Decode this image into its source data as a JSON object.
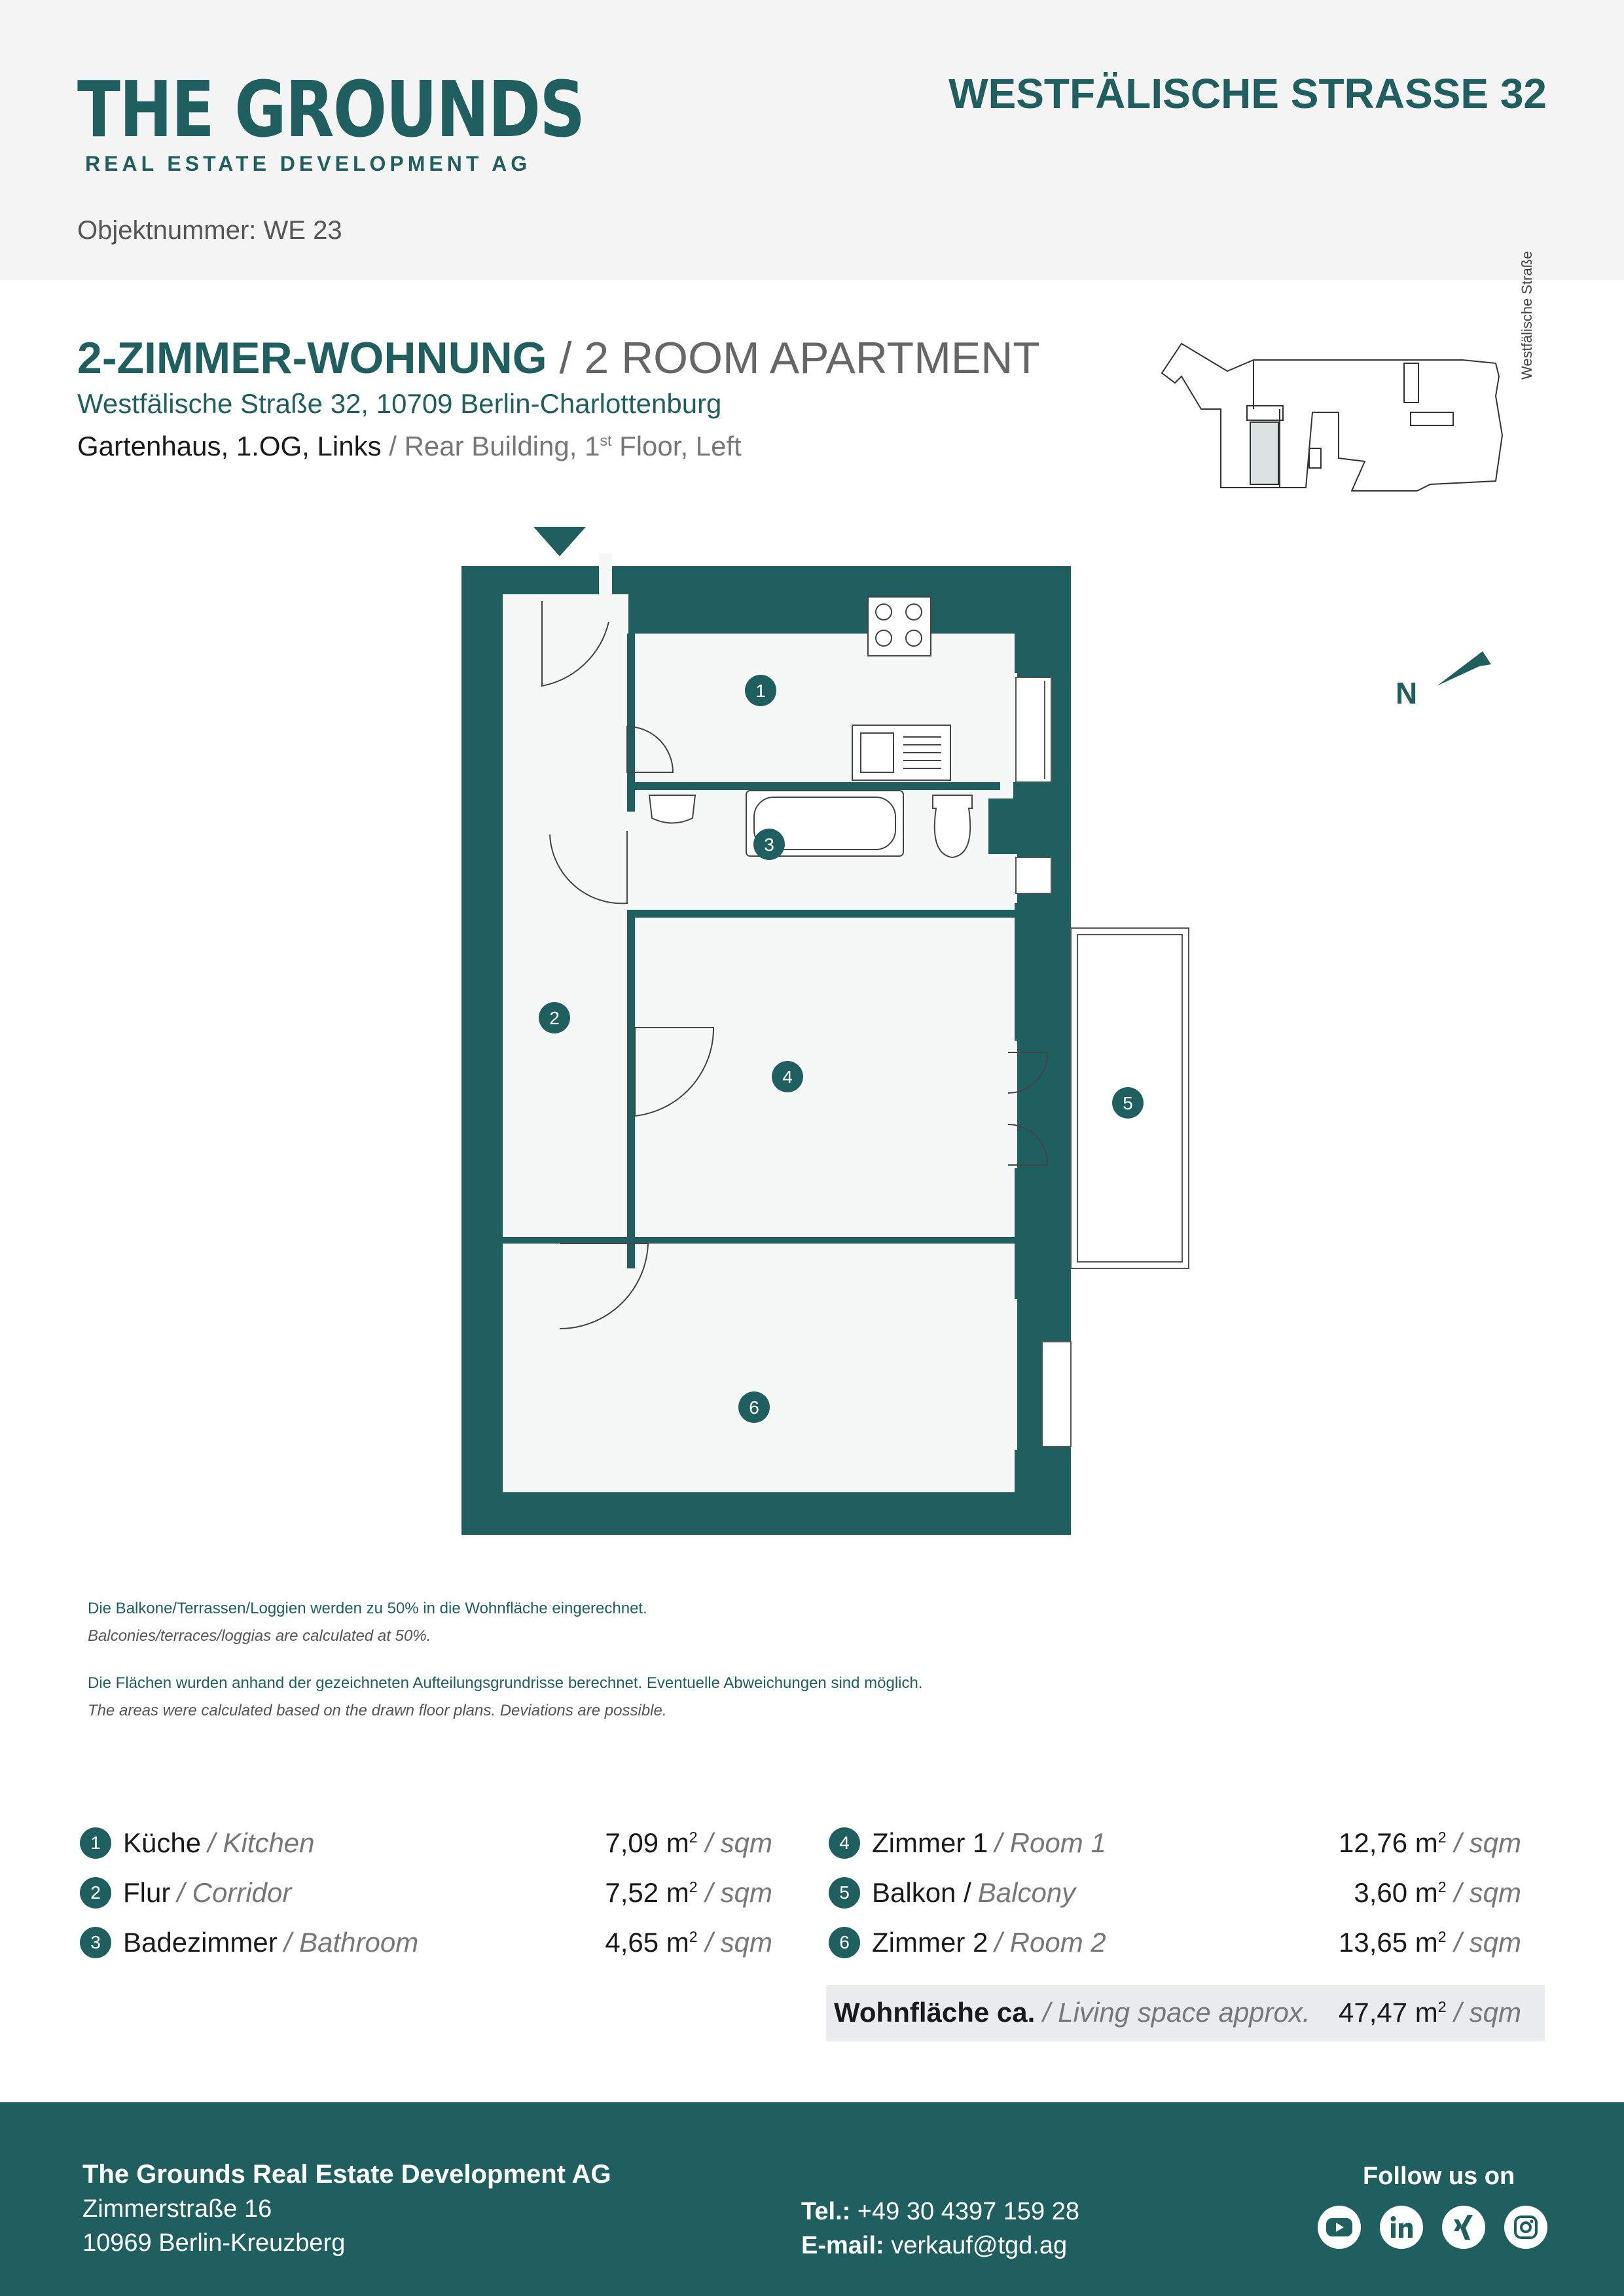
{
  "header": {
    "logo_main": "THE GROUNDS",
    "logo_sub": "REAL ESTATE DEVELOPMENT AG",
    "object_number": "Objektnummer: WE 23",
    "address": "WESTFÄLISCHE STRASSE 32"
  },
  "title": {
    "de": "2-ZIMMER-WOHNUNG",
    "en": " / 2 ROOM APARTMENT",
    "address": "Westfälische Straße 32, 10709 Berlin-Charlottenburg",
    "location_de": "Gartenhaus, 1.OG, Links",
    "location_en_prefix": " / Rear Building, 1",
    "location_en_sup": "st",
    "location_en_suffix": " Floor, Left"
  },
  "site_plan": {
    "street_label": "Westfälische Straße"
  },
  "compass": {
    "label": "N"
  },
  "floorplan_labels": [
    "1",
    "2",
    "3",
    "4",
    "5",
    "6"
  ],
  "notes": {
    "balcony_de": "Die Balkone/Terrassen/Loggien werden  zu 50% in die Wohnfläche eingerechnet.",
    "balcony_en": "Balconies/terraces/loggias are calculated at 50%.",
    "areas_de": "Die Flächen wurden anhand der gezeichneten Aufteilungsgrundrisse berechnet. Eventuelle Abweichungen sind möglich.",
    "areas_en": "The areas were calculated based on the drawn floor plans. Deviations are possible."
  },
  "rooms": [
    {
      "num": "1",
      "de": "Küche",
      "en": "/ Kitchen",
      "area": "7,09 m",
      "unit": "/ sqm"
    },
    {
      "num": "2",
      "de": "Flur",
      "en": "/ Corridor",
      "area": "7,52 m",
      "unit": "/ sqm"
    },
    {
      "num": "3",
      "de": "Badezimmer",
      "en": "/ Bathroom",
      "area": "4,65 m",
      "unit": "/ sqm"
    },
    {
      "num": "4",
      "de": "Zimmer 1",
      "en": "/ Room 1",
      "area": "12,76 m",
      "unit": "/ sqm"
    },
    {
      "num": "5",
      "de": "Balkon /",
      "en": "Balcony",
      "area": "3,60 m",
      "unit": "/ sqm"
    },
    {
      "num": "6",
      "de": "Zimmer 2",
      "en": "/ Room 2",
      "area": "13,65 m",
      "unit": "/ sqm"
    }
  ],
  "area_sup": "2",
  "total": {
    "label_de": "Wohnfläche ca.",
    "label_en": " / Living space approx.",
    "value": "47,47 m",
    "unit": " / sqm"
  },
  "footer": {
    "company": "The Grounds Real Estate Development AG",
    "street": "Zimmerstraße 16",
    "city": "10969 Berlin-Kreuzberg",
    "tel_label": "Tel.:",
    "tel": " +49 30 4397 159 28",
    "email_label": "E-mail:",
    "email": " verkauf@tgd.ag",
    "follow": "Follow us on",
    "social_icons": [
      "youtube-icon",
      "linkedin-icon",
      "xing-icon",
      "instagram-icon"
    ]
  },
  "colors": {
    "accent": "#1f5f5f",
    "header_bg": "#f3f4f3",
    "floor_fill": "#f6f8f7",
    "total_bg": "#e8ecec"
  }
}
